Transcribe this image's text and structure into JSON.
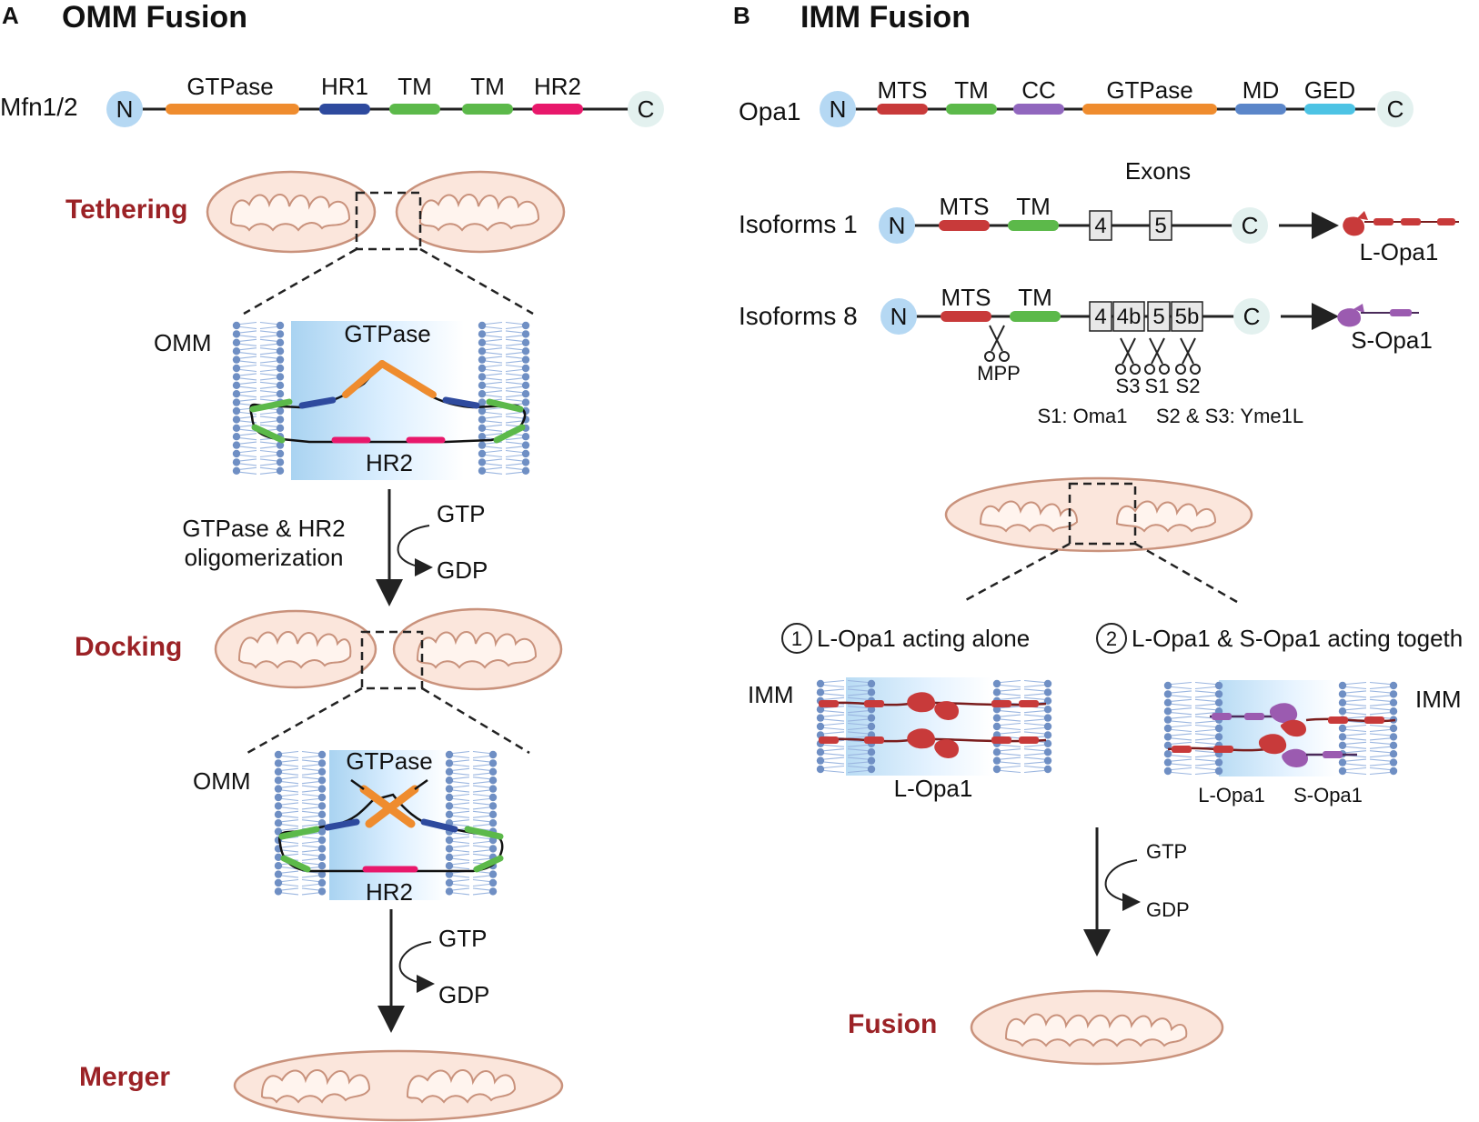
{
  "panel_a": {
    "letter": "A",
    "title": "OMM Fusion",
    "protein_label": "Mfn1/2",
    "n_term": "N",
    "c_term": "C",
    "domains": [
      "GTPase",
      "HR1",
      "TM",
      "TM",
      "HR2"
    ],
    "stage_tethering": "Tethering",
    "stage_docking": "Docking",
    "stage_merger": "Merger",
    "omm_label_1": "OMM",
    "omm_label_2": "OMM",
    "gtpase_label_1": "GTPase",
    "gtpase_label_2": "GTPase",
    "hr2_label_1": "HR2",
    "hr2_label_2": "HR2",
    "oligomerization_line1": "GTPase & HR2",
    "oligomerization_line2": "oligomerization",
    "gtp_1": "GTP",
    "gdp_1": "GDP",
    "gtp_2": "GTP",
    "gdp_2": "GDP"
  },
  "panel_b": {
    "letter": "B",
    "title": "IMM Fusion",
    "protein_label": "Opa1",
    "n_term": "N",
    "c_term": "C",
    "domains": [
      "MTS",
      "TM",
      "CC",
      "GTPase",
      "MD",
      "GED"
    ],
    "exons_label": "Exons",
    "isoform1": {
      "label": "Isoforms 1",
      "mts": "MTS",
      "tm": "TM",
      "exons": [
        "4",
        "5"
      ],
      "product": "L-Opa1"
    },
    "isoform8": {
      "label": "Isoforms 8",
      "mts": "MTS",
      "tm": "TM",
      "exons": [
        "4",
        "4b",
        "5",
        "5b"
      ],
      "product": "S-Opa1",
      "mpp": "MPP",
      "sites": [
        "S3",
        "S1",
        "S2"
      ]
    },
    "protease_s1": "S1: Oma1",
    "protease_s2s3": "S2 & S3: Yme1L",
    "mode1_number": "1",
    "mode1_label": "L-Opa1 acting alone",
    "mode2_number": "2",
    "mode2_label": "L-Opa1 & S-Opa1 acting togeth",
    "imm_label_1": "IMM",
    "imm_label_2": "IMM",
    "mode1_protein": "L-Opa1",
    "mode2_protein_l": "L-Opa1",
    "mode2_protein_s": "S-Opa1",
    "gtp": "GTP",
    "gdp": "GDP",
    "stage_fusion": "Fusion"
  },
  "colors": {
    "gtpase": "#ef8c2e",
    "hr1": "#2e4a9e",
    "tm": "#5cb94a",
    "hr2": "#e8186b",
    "mts": "#c83a3a",
    "cc": "#9167be",
    "md": "#5b86c9",
    "ged": "#4dc3e4",
    "n_term": "#b5d8f3",
    "c_term": "#e3f1ef",
    "stage": "#9b2226",
    "mito_fill": "#fbe6dc",
    "mito_stroke": "#c9927c",
    "lipid": "#6f8fc4",
    "l_opa1": "#c83a3a",
    "s_opa1": "#9b5bb0"
  }
}
